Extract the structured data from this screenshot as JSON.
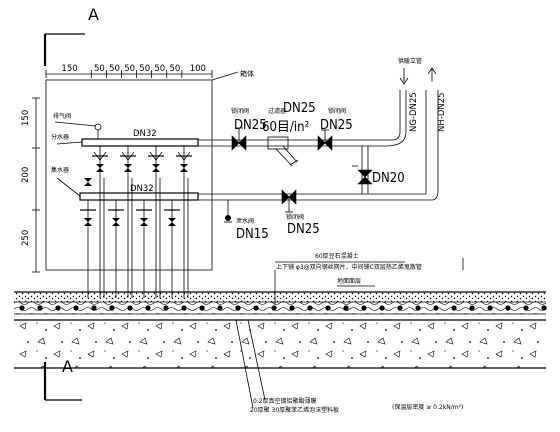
{
  "section_marks": {
    "top": "A",
    "bottom": "A"
  },
  "dimensions": {
    "top": [
      "150",
      "50",
      "50",
      "50",
      "50",
      "50",
      "50",
      "100"
    ],
    "left": [
      "150",
      "200",
      "250"
    ]
  },
  "labels": {
    "box_label": "箱体",
    "air_vent": "排气阀",
    "supply_header": "分水器",
    "return_header": "集水器",
    "ball_valve": "锁闭阀",
    "filter": "过滤器",
    "filter_mesh": "60目/in²",
    "lock_valve": "锁闭阀",
    "pipe_riser": "供暖立管",
    "return_ball_valve": "锁闭阀",
    "drain_valve": "泄水阀",
    "dn25_top": "DN25",
    "dn25_a": "DN25",
    "dn25_b": "DN25",
    "dn32_supply": "DN32",
    "dn32_return": "DN32",
    "dn20": "DN20",
    "dn25_return": "DN25",
    "dn15": "DN15",
    "riser_supply": "NG-DN25",
    "riser_return": "NH-DN25",
    "screed": "60厚豆石混凝土",
    "rebar_note": "上下铺  φ3@双向钢丝网片，中间铺C双层热乙烯鬼散管",
    "floor_note": "地面面层",
    "foil_note": "0.2厚真空镀铝聚酯薄膜",
    "insulation": "20厚聚 30厚聚苯乙烯泡沫塑料板",
    "load_note": "(保温层密度 ≥ 0.2kN/m²)"
  }
}
